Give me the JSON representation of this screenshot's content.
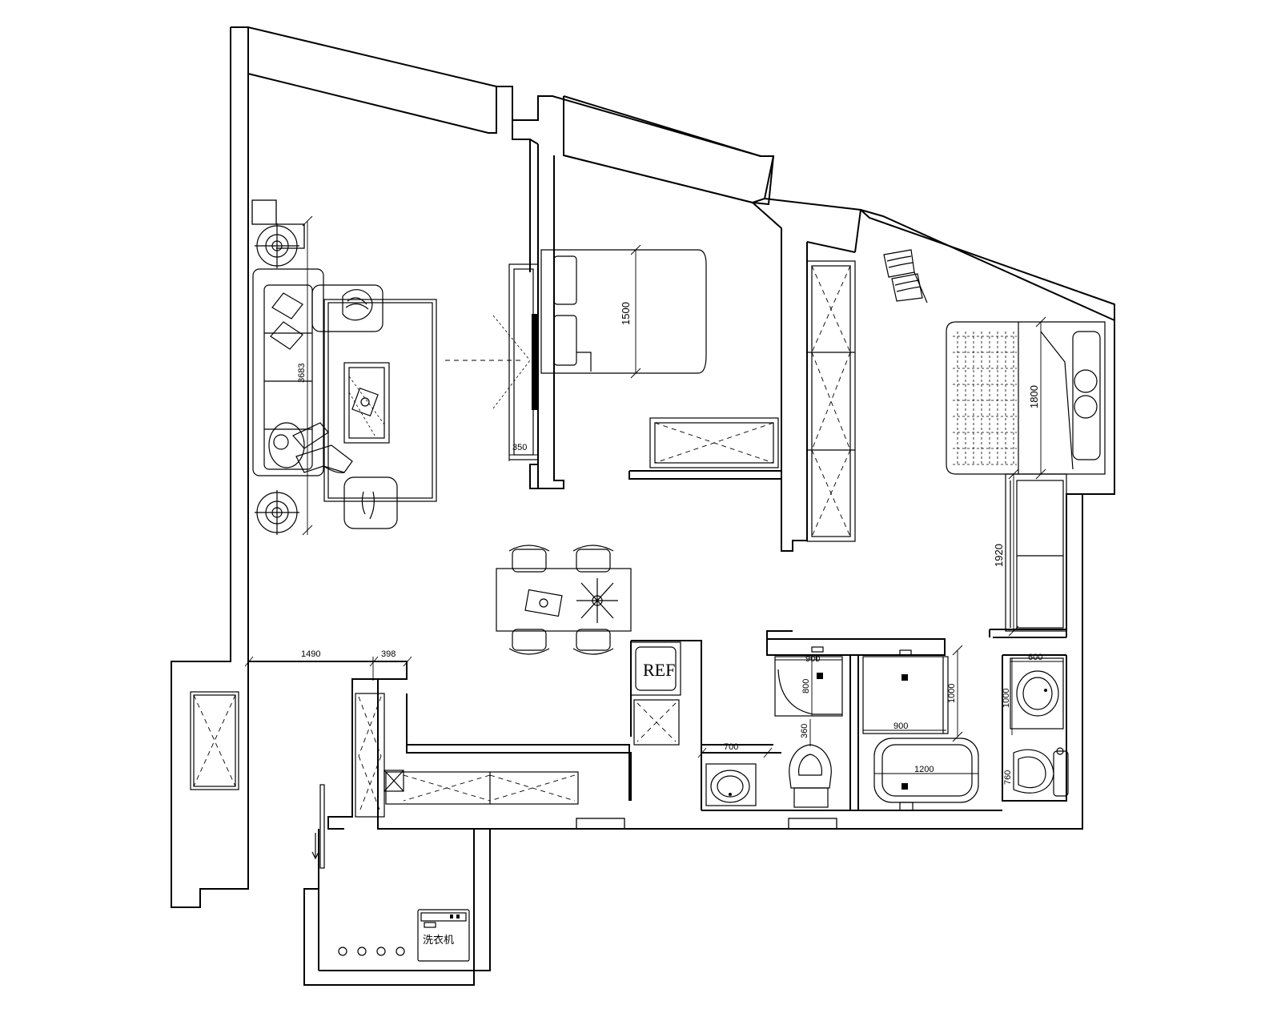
{
  "labels": {
    "sofa_length": "3683",
    "tv_cabinet_depth": "350",
    "bed_width_second": "1500",
    "bed_width_master": "1800",
    "wardrobe_length": "1920",
    "wall_offset_a": "1490",
    "wall_offset_b": "398",
    "shower_width": "900",
    "shower_depth": "800",
    "toilet_clearance": "360",
    "basin_width_guest": "700",
    "bath_area_depth": "1000",
    "bath_area_width": "900",
    "bathtub_length": "1200",
    "vanity_width": "600",
    "vanity_depth": "1000",
    "toilet_master": "760",
    "refrigerator": "REF",
    "washing_machine": "洗衣机"
  }
}
